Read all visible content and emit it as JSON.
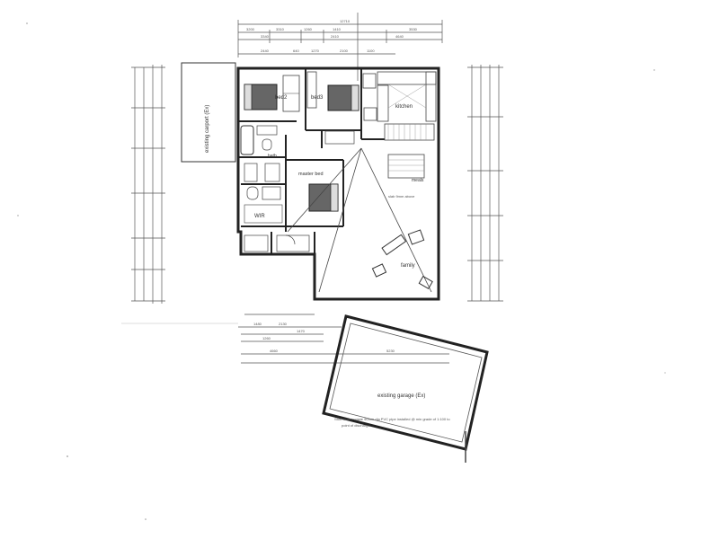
{
  "rooms": {
    "bed2": "bed2",
    "bed3": "bed3",
    "kitchen": "kitchen",
    "bath": "bath",
    "master_bed": "master bed",
    "wir": "WIR",
    "meals": "meals",
    "family": "family",
    "carport": "existing carport (Ex)",
    "garage": "existing garage (Ex)"
  },
  "notes": {
    "family_note": "slab 9mm above",
    "drainage_note_1": "Stormwater waste 90mm dia PVC pipe installed @ min grade of 1:100 to",
    "drainage_note_2": "point of discharge"
  },
  "dimensions": {
    "top_overall": "12710",
    "top_segments": [
      "3200",
      "3310",
      "1260",
      "1410",
      "3530"
    ],
    "top_row2": [
      "3340",
      "2410",
      "4640"
    ],
    "top_row3": [
      "2440",
      "640",
      "1270",
      "2100",
      "1100"
    ],
    "bottom_segments": [
      "1480",
      "2130",
      "1470",
      "1260"
    ],
    "bottom_row2": [
      "4660",
      "5230"
    ]
  }
}
